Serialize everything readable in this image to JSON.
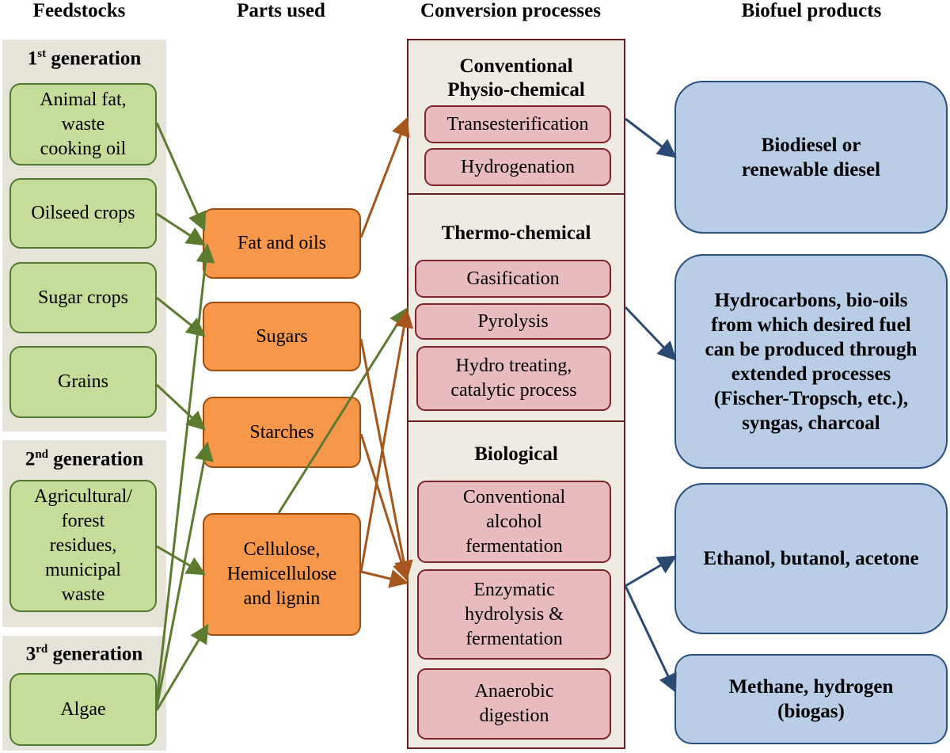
{
  "headers": {
    "feedstocks": "Feedstocks",
    "parts_used": "Parts used",
    "conversion_processes": "Conversion processes",
    "biofuel_products": "Biofuel products"
  },
  "generations": {
    "first": {
      "num": "1",
      "sup": "st",
      "word": "generation"
    },
    "second": {
      "num": "2",
      "sup": "nd",
      "word": "generation"
    },
    "third": {
      "num": "3",
      "sup": "rd",
      "word": "generation"
    }
  },
  "feedstocks": {
    "animal_fat": [
      "Animal fat,",
      "waste",
      "cooking oil"
    ],
    "oilseed": "Oilseed crops",
    "sugar_crops": "Sugar crops",
    "grains": "Grains",
    "residues": [
      "Agricultural/",
      "forest",
      "residues,",
      "municipal",
      "waste"
    ],
    "algae": "Algae"
  },
  "parts": {
    "fat_oils": "Fat and oils",
    "sugars": "Sugars",
    "starches": "Starches",
    "cellulose": [
      "Cellulose,",
      "Hemicellulose",
      "and lignin"
    ]
  },
  "processes": {
    "conventional": {
      "title": [
        "Conventional",
        "Physio-chemical"
      ],
      "items": [
        "Transesterification",
        "Hydrogenation"
      ]
    },
    "thermo": {
      "title": "Thermo-chemical",
      "items": [
        "Gasification",
        "Pyrolysis"
      ],
      "hydro": [
        "Hydro treating,",
        "catalytic process"
      ]
    },
    "biological": {
      "title": "Biological",
      "alcohol": [
        "Conventional",
        "alcohol",
        "fermentation"
      ],
      "enzymatic": [
        "Enzymatic",
        "hydrolysis &",
        "fermentation"
      ],
      "anaerobic": [
        "Anaerobic",
        "digestion"
      ]
    }
  },
  "products": {
    "biodiesel": [
      "Biodiesel or",
      "renewable diesel"
    ],
    "hydrocarbons": [
      "Hydrocarbons, bio-oils",
      "from which desired fuel",
      "can be produced through",
      "extended processes",
      "(Fischer-Tropsch, etc.),",
      "syngas, charcoal"
    ],
    "ethanol": "Ethanol, butanol, acetone",
    "methane": [
      "Methane, hydrogen",
      "(biogas)"
    ]
  },
  "colors": {
    "green_arrow": "#5d7b2f",
    "orange_arrow": "#a4561c",
    "blue_arrow": "#2a4a73"
  }
}
